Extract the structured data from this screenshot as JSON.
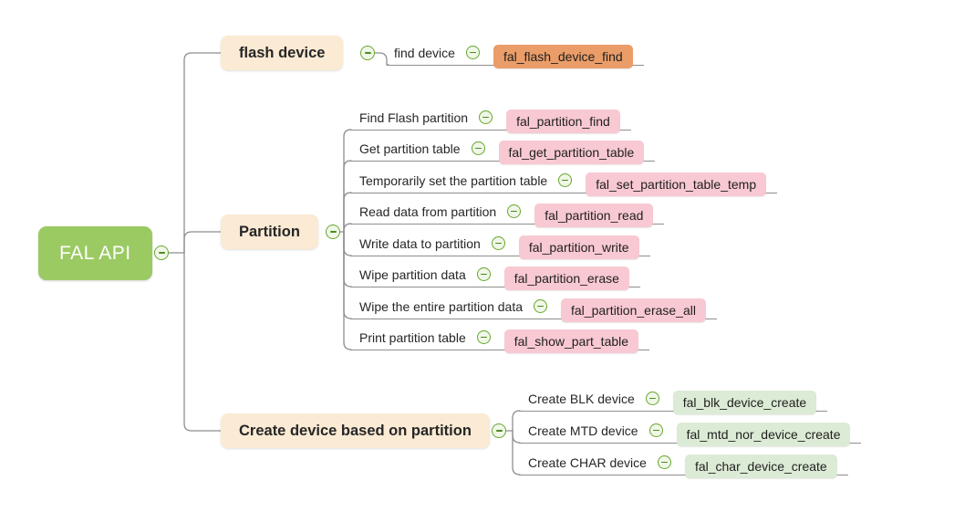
{
  "root": {
    "label": "FAL API",
    "color": "#9BCA63",
    "text_color": "#FFFFFF"
  },
  "branches": [
    {
      "label": "flash device",
      "node_color": "#FBEAD4",
      "children": [
        {
          "label": "find device",
          "func": "fal_flash_device_find",
          "func_color": "#EA9D68"
        }
      ]
    },
    {
      "label": "Partition",
      "node_color": "#FBEAD4",
      "children": [
        {
          "label": "Find Flash partition",
          "func": "fal_partition_find",
          "func_color": "#F8C9D2"
        },
        {
          "label": "Get partition table",
          "func": "fal_get_partition_table",
          "func_color": "#F8C9D2"
        },
        {
          "label": "Temporarily set the partition table",
          "func": "fal_set_partition_table_temp",
          "func_color": "#F8C9D2"
        },
        {
          "label": "Read data from partition",
          "func": "fal_partition_read",
          "func_color": "#F8C9D2"
        },
        {
          "label": "Write data to partition",
          "func": "fal_partition_write",
          "func_color": "#F8C9D2"
        },
        {
          "label": "Wipe partition data",
          "func": "fal_partition_erase",
          "func_color": "#F8C9D2"
        },
        {
          "label": "Wipe the entire partition data",
          "func": "fal_partition_erase_all",
          "func_color": "#F8C9D2"
        },
        {
          "label": "Print partition table",
          "func": "fal_show_part_table",
          "func_color": "#F8C9D2"
        }
      ]
    },
    {
      "label": "Create device based on partition",
      "node_color": "#FBEAD4",
      "children": [
        {
          "label": "Create BLK device",
          "func": "fal_blk_device_create",
          "func_color": "#DCEBD5"
        },
        {
          "label": "Create MTD device",
          "func": "fal_mtd_nor_device_create",
          "func_color": "#DCEBD5"
        },
        {
          "label": "Create CHAR device",
          "func": "fal_char_device_create",
          "func_color": "#DCEBD5"
        }
      ]
    }
  ],
  "icons": {
    "collapse": "minus-circle-icon"
  },
  "colors": {
    "background": "#FFFFFF",
    "connector": "#8E8E8E",
    "collapse_border": "#67A72C",
    "collapse_fill": "#F0F7E8",
    "collapse_bar": "#4C8A1F"
  }
}
